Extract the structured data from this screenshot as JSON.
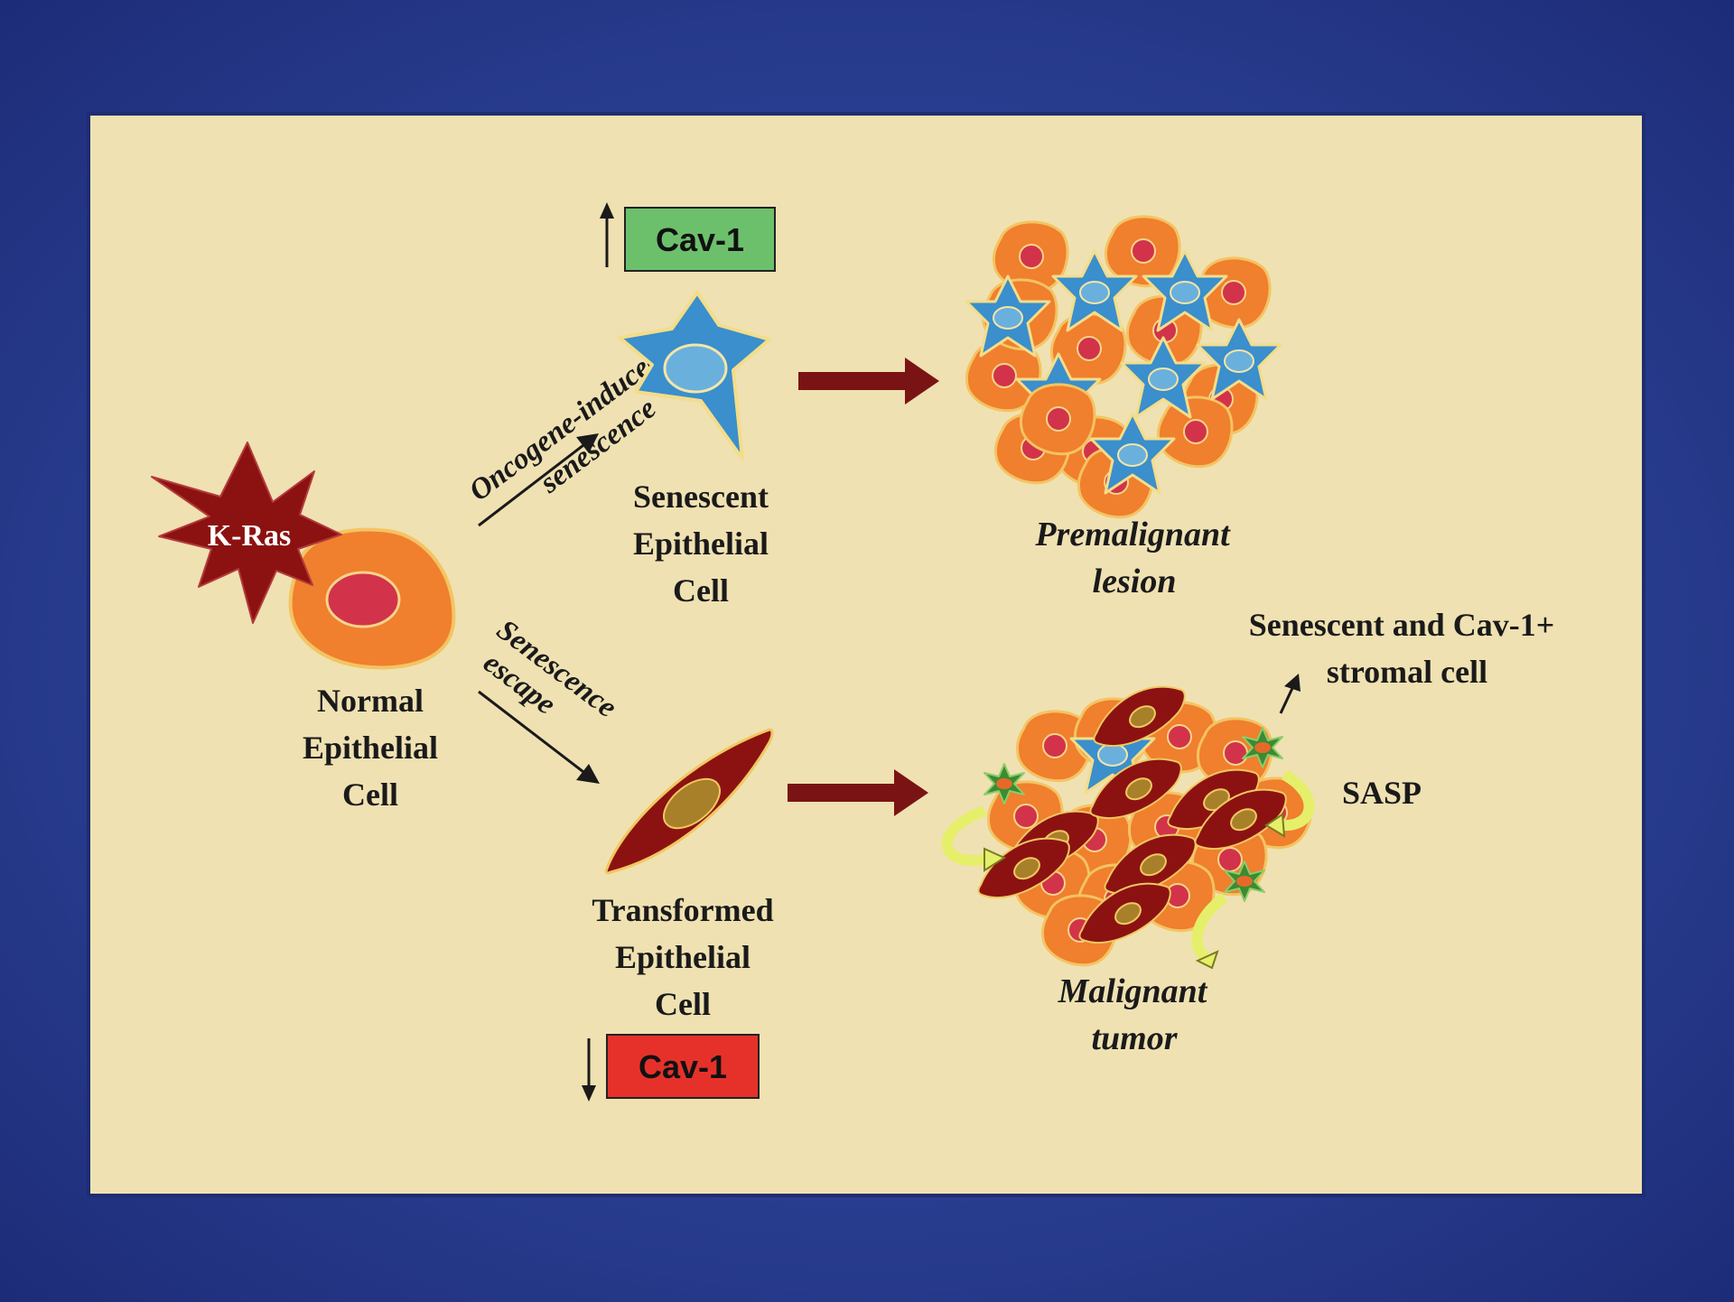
{
  "colors": {
    "frame": "#2a3f92",
    "panel": "#efe1b2",
    "normal_cell": "#f07f2e",
    "normal_nucleus": "#d2334a",
    "senescent_cell": "#3a8fcc",
    "transformed_cell": "#8c1212",
    "stromal_cell": "#3c8b32",
    "arrow_red": "#7a1414",
    "cav1_up": "#6cc06c",
    "cav1_down": "#e6312b",
    "sasp_arrow": "#e5ef6a"
  },
  "kras": {
    "label": "K-Ras"
  },
  "normal": {
    "lines": [
      "Normal",
      "Epithelial",
      "Cell"
    ]
  },
  "senescent": {
    "lines": [
      "Senescent",
      "Epithelial",
      "Cell"
    ]
  },
  "transformed": {
    "lines": [
      "Transformed",
      "Epithelial",
      "Cell"
    ]
  },
  "oncogene": {
    "line1": "Oncogene-induced",
    "line2": "senescence"
  },
  "escape": {
    "line1": "Senescence",
    "line2": "escape"
  },
  "cav1_up": {
    "label": "Cav-1"
  },
  "cav1_down": {
    "label": "Cav-1"
  },
  "premalignant": {
    "line1": "Premalignant",
    "line2": "lesion"
  },
  "malignant": {
    "line1": "Malignant",
    "line2": "tumor"
  },
  "stromal": {
    "line1": "Senescent and Cav-1+",
    "line2": "stromal cell"
  },
  "sasp": {
    "label": "SASP"
  }
}
